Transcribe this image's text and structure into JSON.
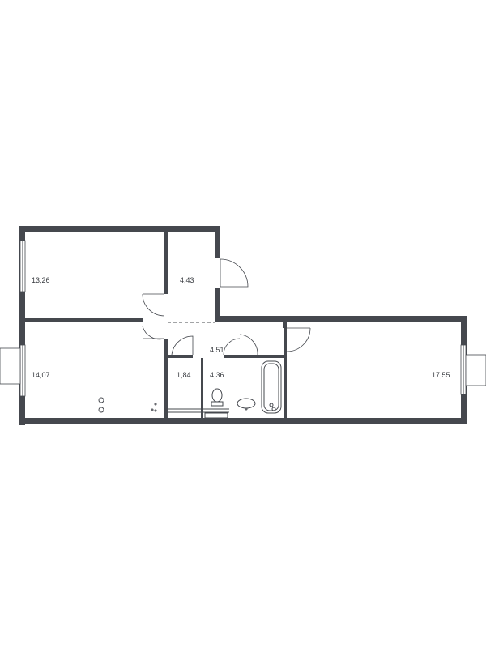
{
  "plan": {
    "rooms": [
      {
        "id": "room-1",
        "area": "13,26"
      },
      {
        "id": "room-2",
        "area": "4,43"
      },
      {
        "id": "room-3",
        "area": "14,07"
      },
      {
        "id": "room-4",
        "area": "4,51"
      },
      {
        "id": "room-5",
        "area": "1,84"
      },
      {
        "id": "room-6",
        "area": "4,36"
      },
      {
        "id": "room-7",
        "area": "17,55"
      }
    ],
    "colors": {
      "wall": "#45484e",
      "background": "#ffffff",
      "text": "#3a3d42"
    }
  }
}
